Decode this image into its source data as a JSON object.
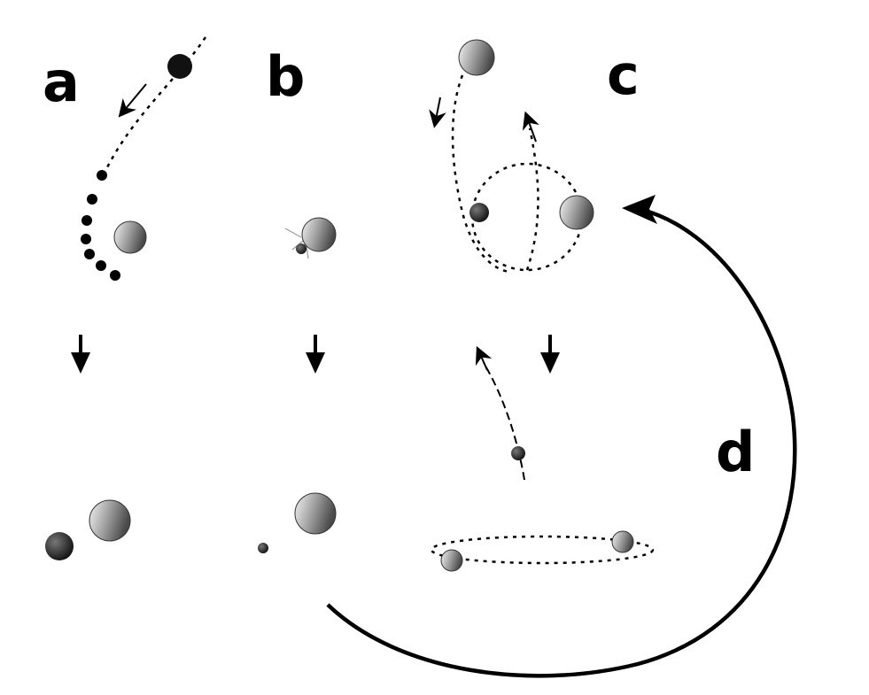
{
  "panels": {
    "a": {
      "label": "a"
    },
    "b": {
      "label": "b"
    },
    "c": {
      "label": "c"
    },
    "d": {
      "label": "d"
    }
  },
  "colors": {
    "ink": "#000000",
    "sphere_light": "#f2f2f2",
    "sphere_dark": "#555555",
    "dark_body": "#222222"
  },
  "icons": [
    "arrow-down-icon",
    "curved-arrow-icon"
  ]
}
